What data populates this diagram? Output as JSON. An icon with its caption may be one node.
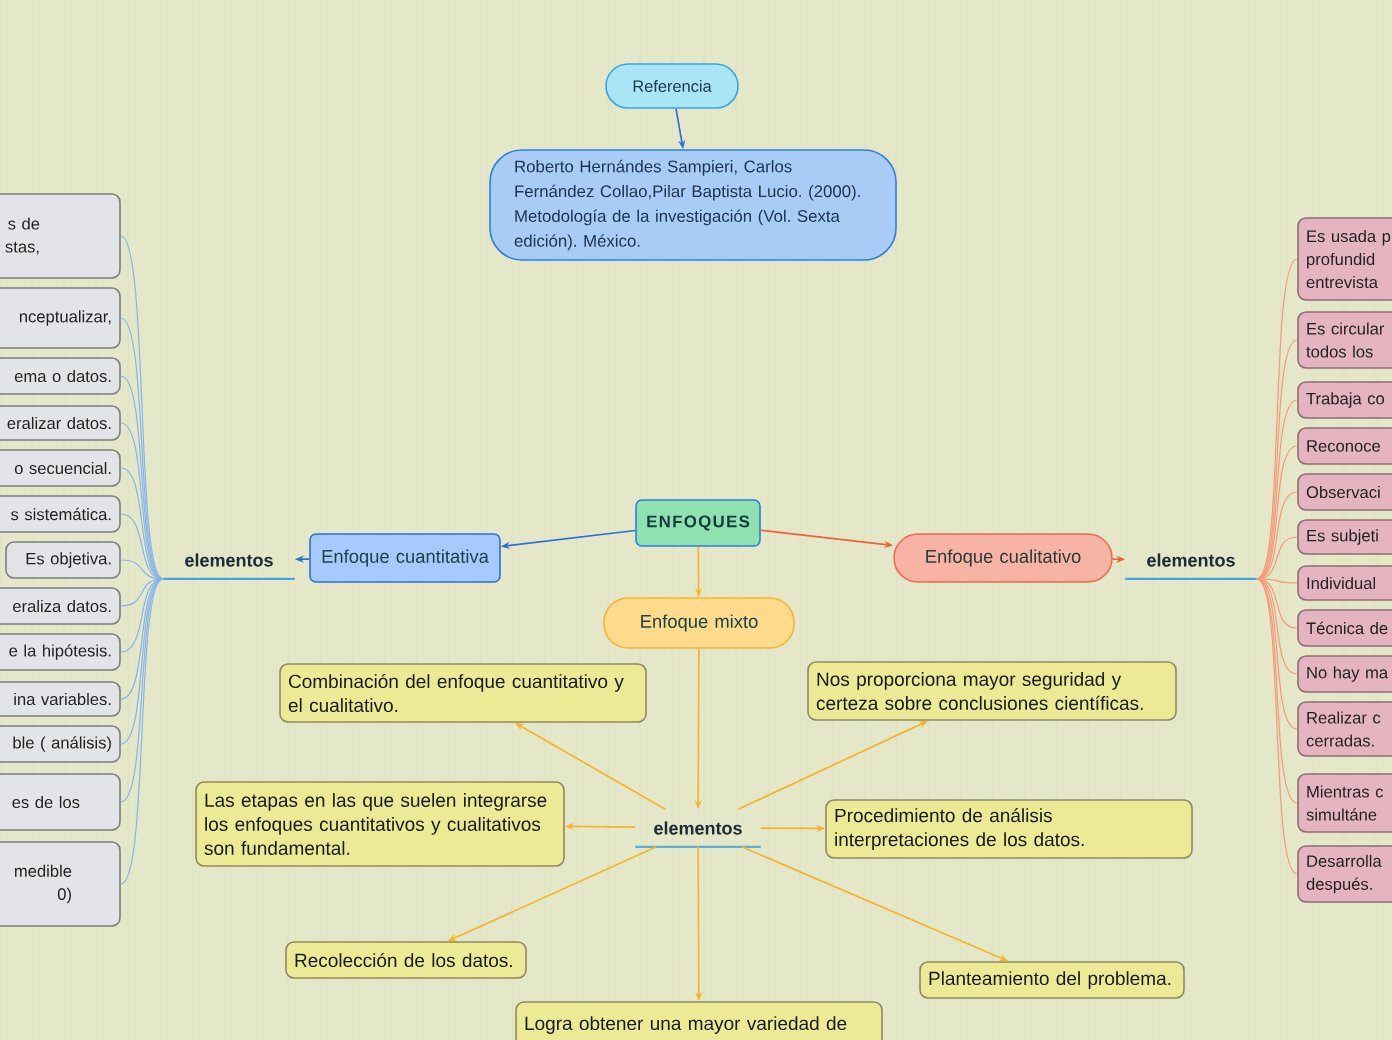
{
  "diagram": {
    "nodes": [
      {
        "text": [
          "Referencia"
        ]
      },
      {
        "text": [
          "Roberto Hernándes Sampieri, Carlos Fernández Collao,Pilar Baptista Lucio. (2000). Metodología de la investigación (Vol. Sexta edición). México."
        ]
      },
      {
        "text": [
          "ENFOQUES"
        ]
      },
      {
        "text": [
          "Enfoque cuantitativa"
        ]
      },
      {
        "text": [
          "elementos"
        ]
      },
      {
        "text": [
          "Enfoque cualitativo"
        ]
      },
      {
        "text": [
          "elementos"
        ]
      },
      {
        "text": [
          "Enfoque mixto"
        ]
      },
      {
        "text": [
          "s de stas,"
        ]
      },
      {
        "text": [
          "nceptualizar,"
        ]
      },
      {
        "text": [
          "ema o datos."
        ]
      },
      {
        "text": [
          "eralizar datos."
        ]
      },
      {
        "text": [
          "o secuencial."
        ]
      },
      {
        "text": [
          "s sistemática."
        ]
      },
      {
        "text": [
          "Es objetiva."
        ]
      },
      {
        "text": [
          "eraliza datos."
        ]
      },
      {
        "text": [
          "e la hipótesis."
        ]
      },
      {
        "text": [
          "ina variables."
        ]
      },
      {
        "text": [
          "ble ( análisis)"
        ]
      },
      {
        "text": [
          "es de los"
        ]
      },
      {
        "text": [
          "medible 0)"
        ]
      },
      {
        "text": [
          "Es usada p profundid entrevista"
        ]
      },
      {
        "text": [
          "Es circular todos los"
        ]
      },
      {
        "text": [
          "Trabaja co"
        ]
      },
      {
        "text": [
          "Reconoce"
        ]
      },
      {
        "text": [
          "Observaci"
        ]
      },
      {
        "text": [
          "Es subjeti"
        ]
      },
      {
        "text": [
          "Individual"
        ]
      },
      {
        "text": [
          "Técnica de"
        ]
      },
      {
        "text": [
          "No hay ma"
        ]
      },
      {
        "text": [
          "Realizar c cerradas."
        ]
      },
      {
        "text": [
          "Mientras c simultáne"
        ]
      },
      {
        "text": [
          "Desarrolla después."
        ]
      },
      {
        "text": [
          "Combinación del enfoque cuantitativo y el cualitativo."
        ]
      },
      {
        "text": [
          "Nos proporciona mayor seguridad y certeza sobre conclusiones científicas."
        ]
      },
      {
        "text": [
          "Las etapas en las que suelen integrarse los enfoques cuantitativos y cualitativos son fundamental."
        ]
      },
      {
        "text": [
          "elementos"
        ]
      },
      {
        "text": [
          "Procedimiento de análisis interpretaciones de los datos."
        ]
      },
      {
        "text": [
          "Recolección de los datos."
        ]
      },
      {
        "text": [
          "Planteamiento del problema."
        ]
      },
      {
        "text": [
          "Logra obtener una mayor variedad de"
        ]
      }
    ],
    "edges": [
      {
        "from": 0,
        "to": 1,
        "arrow": "to",
        "color": "#2b6fd8"
      },
      {
        "from": 2,
        "to": 3,
        "arrow": "to",
        "color": "#2b6fd8"
      },
      {
        "from": 2,
        "to": 5,
        "arrow": "to",
        "color": "#f0603a"
      },
      {
        "from": 2,
        "to": 7,
        "arrow": "to",
        "color": "#f5b42c"
      },
      {
        "from": 3,
        "to": 4,
        "arrow": "to",
        "color": "#2b6fd8"
      },
      {
        "from": 5,
        "to": 6,
        "arrow": "to",
        "color": "#f0603a"
      },
      {
        "from": 7,
        "to": 36,
        "arrow": "to",
        "color": "#f5b42c"
      },
      {
        "from": 4,
        "to": 8,
        "arrow": "none"
      },
      {
        "from": 4,
        "to": 9,
        "arrow": "none"
      },
      {
        "from": 4,
        "to": 10,
        "arrow": "none"
      },
      {
        "from": 4,
        "to": 11,
        "arrow": "none"
      },
      {
        "from": 4,
        "to": 12,
        "arrow": "none"
      },
      {
        "from": 4,
        "to": 13,
        "arrow": "none"
      },
      {
        "from": 4,
        "to": 14,
        "arrow": "none"
      },
      {
        "from": 4,
        "to": 15,
        "arrow": "none"
      },
      {
        "from": 4,
        "to": 16,
        "arrow": "none"
      },
      {
        "from": 4,
        "to": 17,
        "arrow": "none"
      },
      {
        "from": 4,
        "to": 18,
        "arrow": "none"
      },
      {
        "from": 4,
        "to": 19,
        "arrow": "none"
      },
      {
        "from": 4,
        "to": 20,
        "arrow": "none"
      },
      {
        "from": 6,
        "to": 21,
        "arrow": "none",
        "color": "#f59878"
      },
      {
        "from": 6,
        "to": 22,
        "arrow": "none",
        "color": "#f59878"
      },
      {
        "from": 6,
        "to": 23,
        "arrow": "none",
        "color": "#f59878"
      },
      {
        "from": 6,
        "to": 24,
        "arrow": "none",
        "color": "#f59878"
      },
      {
        "from": 6,
        "to": 25,
        "arrow": "none",
        "color": "#f59878"
      },
      {
        "from": 6,
        "to": 26,
        "arrow": "none",
        "color": "#f59878"
      },
      {
        "from": 6,
        "to": 27,
        "arrow": "none",
        "color": "#f59878"
      },
      {
        "from": 6,
        "to": 28,
        "arrow": "none",
        "color": "#f59878"
      },
      {
        "from": 6,
        "to": 29,
        "arrow": "none",
        "color": "#f59878"
      },
      {
        "from": 6,
        "to": 30,
        "arrow": "none",
        "color": "#f59878"
      },
      {
        "from": 6,
        "to": 31,
        "arrow": "none",
        "color": "#f59878"
      },
      {
        "from": 6,
        "to": 32,
        "arrow": "none",
        "color": "#f59878"
      },
      {
        "from": 36,
        "to": 33,
        "arrow": "to",
        "color": "#f5b42c"
      },
      {
        "from": 36,
        "to": 34,
        "arrow": "to",
        "color": "#f5b42c"
      },
      {
        "from": 36,
        "to": 35,
        "arrow": "to",
        "color": "#f5b42c"
      },
      {
        "from": 36,
        "to": 37,
        "arrow": "to",
        "color": "#f5b42c"
      },
      {
        "from": 36,
        "to": 38,
        "arrow": "to",
        "color": "#f5b42c"
      },
      {
        "from": 36,
        "to": 39,
        "arrow": "to",
        "color": "#f5b42c"
      },
      {
        "from": 36,
        "to": 40,
        "arrow": "to",
        "color": "#f5b42c"
      }
    ]
  }
}
